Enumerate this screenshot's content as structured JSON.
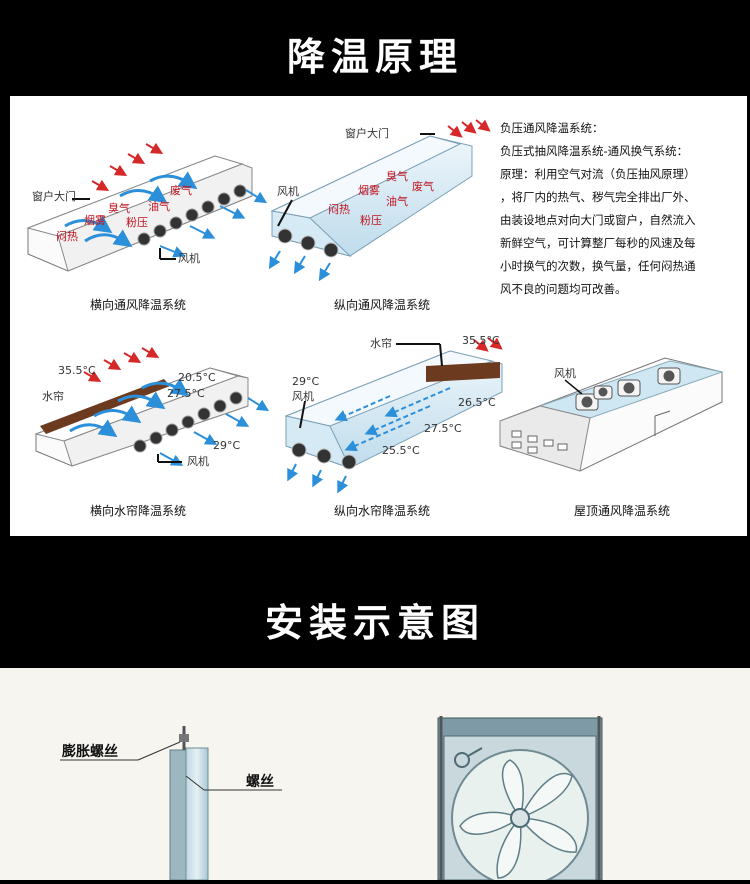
{
  "section1": {
    "title": "降温原理"
  },
  "section2": {
    "title": "安装示意图"
  },
  "description": [
    "负压通风降温系统：",
    "负压式抽风降温系统-通风换气系统：",
    "原理：利用空气对流（负压抽风原理）",
    "，将厂内的热气、秽气完全排出厂外、",
    "由装设地点对向大门或窗户，自然流入",
    "新鲜空气，可计算整厂每秒的风速及每",
    "小时换气的次数，换气量，任何闷热通",
    "风不良的问题均可改善。"
  ],
  "diagrams": {
    "d1": {
      "caption": "横向通风降温系统",
      "window": "窗户大门",
      "fan": "风机",
      "red": [
        "废气",
        "臭气",
        "油气",
        "烟雾",
        "粉压",
        "闷热"
      ]
    },
    "d2": {
      "caption": "纵向通风降温系统",
      "window": "窗户大门",
      "fan": "风机",
      "red": [
        "臭气",
        "废气",
        "烟雾",
        "油气",
        "闷热",
        "粉压"
      ]
    },
    "d3": {
      "caption": "横向水帘降温系统",
      "curtain": "水帘",
      "fan": "风机",
      "temps": [
        "35.5°C",
        "20.5°C",
        "27.5°C",
        "29°C"
      ]
    },
    "d4": {
      "caption": "纵向水帘降温系统",
      "curtain": "水帘",
      "fan": "风机",
      "temps": [
        "35.5°C",
        "29°C",
        "26.5°C",
        "27.5°C",
        "25.5°C"
      ]
    },
    "d5": {
      "caption": "屋顶通风降温系统",
      "fan": "风机"
    }
  },
  "install": {
    "label_expansion": "膨胀螺丝",
    "label_screw": "螺丝"
  },
  "colors": {
    "red_label": "#c1121f",
    "arrow_blue": "#2c8fd9",
    "curtain_brown": "#6b3a1f"
  }
}
